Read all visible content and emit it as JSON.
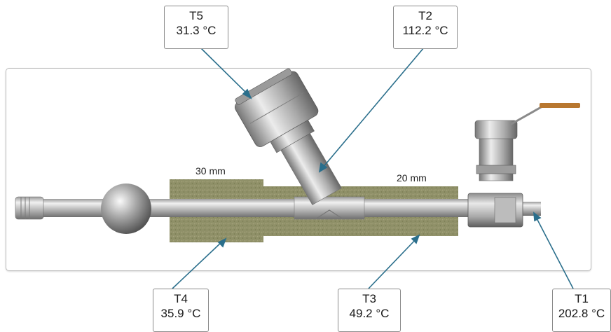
{
  "dimensions": {
    "left_thickness": "30 mm",
    "right_thickness": "20 mm"
  },
  "sensors": [
    {
      "id": "T5",
      "name": "T5",
      "value": "31.3 °C"
    },
    {
      "id": "T2",
      "name": "T2",
      "value": "112.2 °C"
    },
    {
      "id": "T4",
      "name": "T4",
      "value": "35.9 °C"
    },
    {
      "id": "T3",
      "name": "T3",
      "value": "49.2 °C"
    },
    {
      "id": "T1",
      "name": "T1",
      "value": "202.8 °C"
    }
  ],
  "colors": {
    "leader_line": "#2b6f8c",
    "insulation": "#8f9068",
    "steel_light": "#e4e4e4",
    "steel_dark": "#8a8a8a",
    "handle": "#b8772f"
  }
}
